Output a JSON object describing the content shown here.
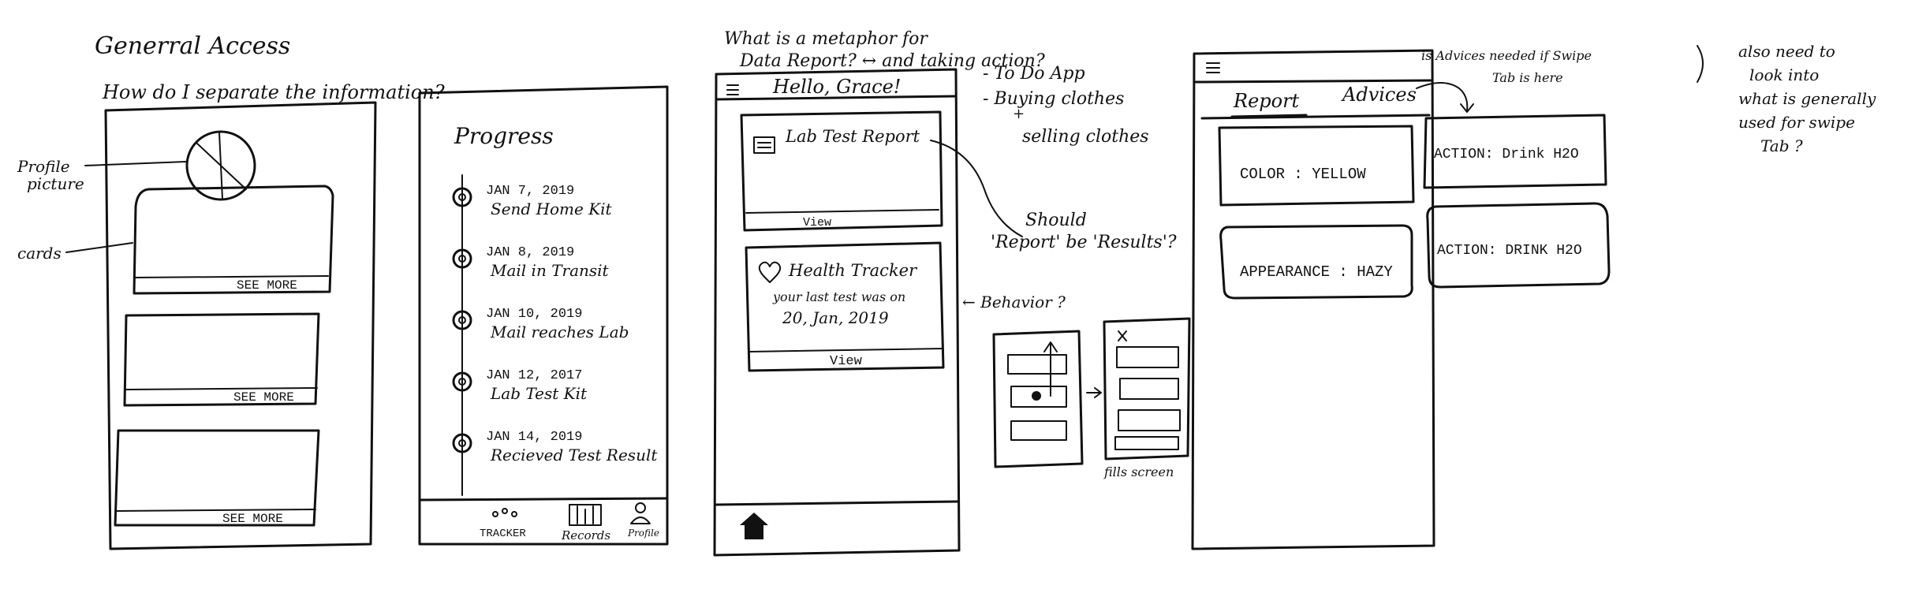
{
  "title": "Generral Access",
  "sketch1": {
    "question": "How do I separate the information?",
    "profile_label_1": "Profile",
    "profile_label_2": "picture",
    "cards_label": "cards",
    "see_more": "SEE MORE"
  },
  "sketch2": {
    "heading": "Progress",
    "timeline": [
      {
        "date": "JAN 7, 2019",
        "event": "Send Home Kit"
      },
      {
        "date": "JAN 8, 2019",
        "event": "Mail in Transit"
      },
      {
        "date": "JAN 10, 2019",
        "event": "Mail reaches Lab"
      },
      {
        "date": "JAN 12, 2017",
        "event": "Lab Test Kit"
      },
      {
        "date": "JAN 14, 2019",
        "event": "Recieved Test Result"
      }
    ],
    "nav": {
      "tracker": "TRACKER",
      "records": "Records",
      "profile": "Profile"
    }
  },
  "sketch3": {
    "question_1": "What is a metaphor for",
    "question_2": "Data Report? ↔ and taking action?",
    "greeting": "Hello, Grace!",
    "card1_title": "Lab Test Report",
    "card1_link": "View",
    "card2_title": "Health Tracker",
    "card2_line1": "your last test was on",
    "card2_line2": "20, Jan, 2019",
    "card2_link": "View"
  },
  "notes": {
    "metaphor_1": "- To Do App",
    "metaphor_2": "- Buying clothes",
    "metaphor_3": "selling clothes",
    "plus": "+",
    "should_1": "Should",
    "should_2": "'Report' be 'Results'?",
    "behavior": "← Behavior ?",
    "fills": "fills screen"
  },
  "sketch4": {
    "tab_report": "Report",
    "tab_advices": "Advices",
    "tab_note_1": "is Advices needed if Swipe",
    "tab_note_2": "Tab is here",
    "card_color": "COLOR : YELLOW",
    "card_appearance": "APPEARANCE : HAZY",
    "action_1": "ACTION: Drink H2O",
    "action_2": "ACTION: DRINK H2O"
  },
  "side_note": [
    "also need to",
    "look into",
    "what is generally",
    "used for swipe",
    "Tab ?"
  ]
}
